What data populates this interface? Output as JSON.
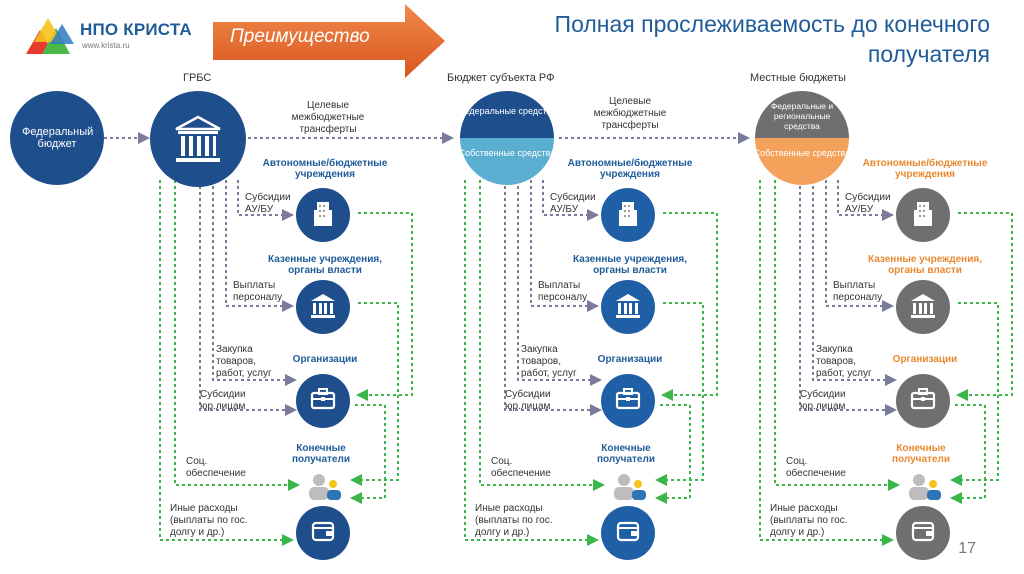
{
  "header": {
    "logo_text": "НПО КРИСТА",
    "logo_url": "www.krista.ru",
    "banner_label": "Преимущество",
    "title_line1": "Полная прослеживаемость до конечного",
    "title_line2": "получателя"
  },
  "columns": [
    {
      "heading": "ГРБС",
      "source_label": "Федеральный бюджет",
      "transfer_label": "Целевые межбюджетные трансферты",
      "cat_aubu": "Автономные/бюджетные учреждения",
      "cat_kazen": "Казенные учреждения, органы власти",
      "cat_org": "Организации",
      "cat_final": "Конечные получатели",
      "lbl_subsidies_aubu": "Субсидии АУ/БУ",
      "lbl_salaries": "Выплаты персоналу",
      "lbl_purchases": "Закупка товаров, работ, услуг",
      "lbl_subsidies_ul": "Субсидии юр.лицам",
      "lbl_social": "Соц. обеспечение",
      "lbl_other": "Иные расходы (выплаты по гос. долгу и др.)"
    },
    {
      "heading": "Бюджет субъекта РФ",
      "top_half": "Федеральные средства",
      "bottom_half": "Собственные средства",
      "transfer_label": "Целевые межбюджетные трансферты",
      "cat_aubu": "Автономные/бюджетные учреждения",
      "cat_kazen": "Казенные учреждения, органы власти",
      "cat_org": "Организации",
      "cat_final": "Конечные получатели",
      "lbl_subsidies_aubu": "Субсидии АУ/БУ",
      "lbl_salaries": "Выплаты персоналу",
      "lbl_purchases": "Закупка товаров, работ, услуг",
      "lbl_subsidies_ul": "Субсидии юр.лицам",
      "lbl_social": "Соц. обеспечение",
      "lbl_other": "Иные расходы (выплаты по гос. долгу и др.)"
    },
    {
      "heading": "Местные бюджеты",
      "top_half": "Федеральные и региональные средства",
      "bottom_half": "Собственные средства",
      "cat_aubu": "Автономные/бюджетные учреждения",
      "cat_kazen": "Казенные учреждения, органы власти",
      "cat_org": "Организации",
      "cat_final": "Конечные получатели",
      "lbl_subsidies_aubu": "Субсидии АУ/БУ",
      "lbl_salaries": "Выплаты персоналу",
      "lbl_purchases": "Закупка товаров, работ, услуг",
      "lbl_subsidies_ul": "Субсидии юр.лицам",
      "lbl_social": "Соц. обеспечение",
      "lbl_other": "Иные расходы (выплаты по гос. долгу и др.)"
    }
  ],
  "page_number": "17",
  "colors": {
    "navy": "#1f4e8c",
    "blue": "#2e75b6",
    "light_blue": "#5aaecf",
    "grey": "#6f6f6f",
    "orange": "#f4a15b",
    "green": "#3cb54a",
    "arrow": "#e56a2c"
  }
}
